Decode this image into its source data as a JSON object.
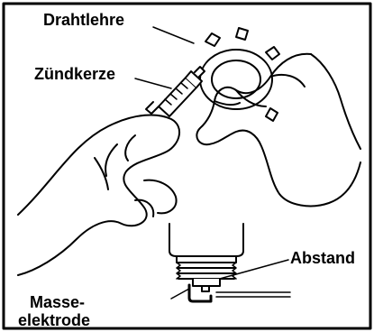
{
  "labels": {
    "feeler_gauge": "Drahtlehre",
    "spark_plug": "Zündkerze",
    "gap": "Abstand",
    "ground_electrode_line1": "Masse-",
    "ground_electrode_line2": "elektrode"
  },
  "colors": {
    "ink": "#000000",
    "paper": "#ffffff"
  }
}
